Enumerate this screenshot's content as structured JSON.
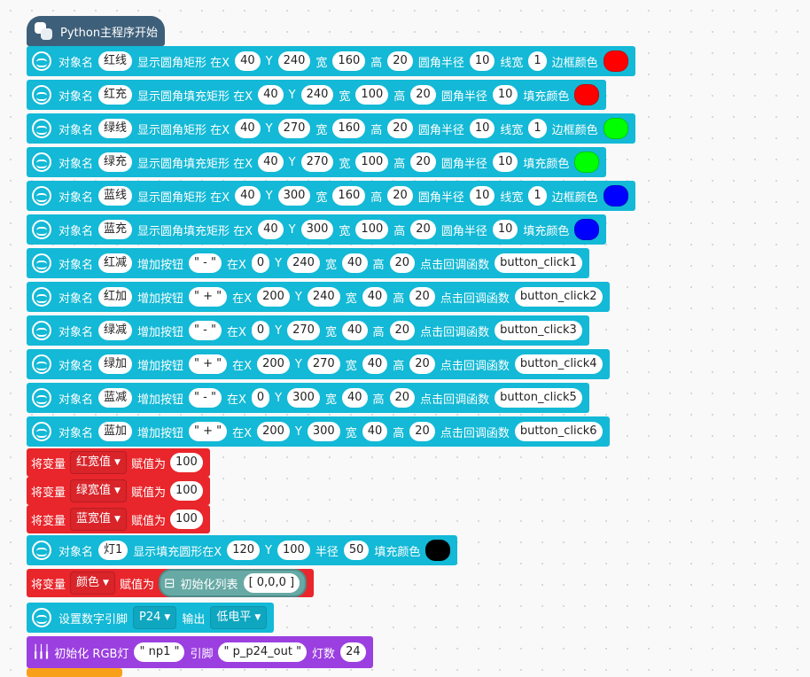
{
  "rows": [
    {
      "kind": "py",
      "x": 30,
      "items": [
        {
          "t": "text",
          "v": "Python主程序开始"
        }
      ]
    },
    {
      "kind": "obj",
      "x": 30,
      "items": [
        {
          "t": "text",
          "v": "对象名"
        },
        {
          "t": "pill",
          "v": "红线"
        },
        {
          "t": "text",
          "v": "显示圆角矩形 在X"
        },
        {
          "t": "pill",
          "v": "40"
        },
        {
          "t": "text",
          "v": "Y"
        },
        {
          "t": "pill",
          "v": "240"
        },
        {
          "t": "text",
          "v": "宽"
        },
        {
          "t": "pill",
          "v": "160"
        },
        {
          "t": "text",
          "v": "高"
        },
        {
          "t": "pill",
          "v": "20"
        },
        {
          "t": "text",
          "v": "圆角半径"
        },
        {
          "t": "pill",
          "v": "10"
        },
        {
          "t": "text",
          "v": "线宽"
        },
        {
          "t": "pill",
          "v": "1"
        },
        {
          "t": "text",
          "v": "边框颜色"
        },
        {
          "t": "swatch",
          "v": "#ff0000"
        }
      ]
    },
    {
      "kind": "obj",
      "x": 30,
      "items": [
        {
          "t": "text",
          "v": "对象名"
        },
        {
          "t": "pill",
          "v": "红充"
        },
        {
          "t": "text",
          "v": "显示圆角填充矩形 在X"
        },
        {
          "t": "pill",
          "v": "40"
        },
        {
          "t": "text",
          "v": "Y"
        },
        {
          "t": "pill",
          "v": "240"
        },
        {
          "t": "text",
          "v": "宽"
        },
        {
          "t": "pill",
          "v": "100"
        },
        {
          "t": "text",
          "v": "高"
        },
        {
          "t": "pill",
          "v": "20"
        },
        {
          "t": "text",
          "v": "圆角半径"
        },
        {
          "t": "pill",
          "v": "10"
        },
        {
          "t": "text",
          "v": "填充颜色"
        },
        {
          "t": "swatch",
          "v": "#ff0000"
        }
      ]
    },
    {
      "kind": "obj",
      "x": 30,
      "items": [
        {
          "t": "text",
          "v": "对象名"
        },
        {
          "t": "pill",
          "v": "绿线"
        },
        {
          "t": "text",
          "v": "显示圆角矩形 在X"
        },
        {
          "t": "pill",
          "v": "40"
        },
        {
          "t": "text",
          "v": "Y"
        },
        {
          "t": "pill",
          "v": "270"
        },
        {
          "t": "text",
          "v": "宽"
        },
        {
          "t": "pill",
          "v": "160"
        },
        {
          "t": "text",
          "v": "高"
        },
        {
          "t": "pill",
          "v": "20"
        },
        {
          "t": "text",
          "v": "圆角半径"
        },
        {
          "t": "pill",
          "v": "10"
        },
        {
          "t": "text",
          "v": "线宽"
        },
        {
          "t": "pill",
          "v": "1"
        },
        {
          "t": "text",
          "v": "边框颜色"
        },
        {
          "t": "swatch",
          "v": "#00ff00"
        }
      ]
    },
    {
      "kind": "obj",
      "x": 30,
      "items": [
        {
          "t": "text",
          "v": "对象名"
        },
        {
          "t": "pill",
          "v": "绿充"
        },
        {
          "t": "text",
          "v": "显示圆角填充矩形 在X"
        },
        {
          "t": "pill",
          "v": "40"
        },
        {
          "t": "text",
          "v": "Y"
        },
        {
          "t": "pill",
          "v": "270"
        },
        {
          "t": "text",
          "v": "宽"
        },
        {
          "t": "pill",
          "v": "100"
        },
        {
          "t": "text",
          "v": "高"
        },
        {
          "t": "pill",
          "v": "20"
        },
        {
          "t": "text",
          "v": "圆角半径"
        },
        {
          "t": "pill",
          "v": "10"
        },
        {
          "t": "text",
          "v": "填充颜色"
        },
        {
          "t": "swatch",
          "v": "#00ff00"
        }
      ]
    },
    {
      "kind": "obj",
      "x": 30,
      "items": [
        {
          "t": "text",
          "v": "对象名"
        },
        {
          "t": "pill",
          "v": "蓝线"
        },
        {
          "t": "text",
          "v": "显示圆角矩形 在X"
        },
        {
          "t": "pill",
          "v": "40"
        },
        {
          "t": "text",
          "v": "Y"
        },
        {
          "t": "pill",
          "v": "300"
        },
        {
          "t": "text",
          "v": "宽"
        },
        {
          "t": "pill",
          "v": "160"
        },
        {
          "t": "text",
          "v": "高"
        },
        {
          "t": "pill",
          "v": "20"
        },
        {
          "t": "text",
          "v": "圆角半径"
        },
        {
          "t": "pill",
          "v": "10"
        },
        {
          "t": "text",
          "v": "线宽"
        },
        {
          "t": "pill",
          "v": "1"
        },
        {
          "t": "text",
          "v": "边框颜色"
        },
        {
          "t": "swatch",
          "v": "#0000ff"
        }
      ]
    },
    {
      "kind": "obj",
      "x": 30,
      "items": [
        {
          "t": "text",
          "v": "对象名"
        },
        {
          "t": "pill",
          "v": "蓝充"
        },
        {
          "t": "text",
          "v": "显示圆角填充矩形 在X"
        },
        {
          "t": "pill",
          "v": "40"
        },
        {
          "t": "text",
          "v": "Y"
        },
        {
          "t": "pill",
          "v": "300"
        },
        {
          "t": "text",
          "v": "宽"
        },
        {
          "t": "pill",
          "v": "100"
        },
        {
          "t": "text",
          "v": "高"
        },
        {
          "t": "pill",
          "v": "20"
        },
        {
          "t": "text",
          "v": "圆角半径"
        },
        {
          "t": "pill",
          "v": "10"
        },
        {
          "t": "text",
          "v": "填充颜色"
        },
        {
          "t": "swatch",
          "v": "#0000ff"
        }
      ]
    },
    {
      "kind": "obj",
      "x": 30,
      "items": [
        {
          "t": "text",
          "v": "对象名"
        },
        {
          "t": "pill",
          "v": "红减"
        },
        {
          "t": "text",
          "v": "增加按钮"
        },
        {
          "t": "pill",
          "v": "\" - \""
        },
        {
          "t": "text",
          "v": "在X"
        },
        {
          "t": "pill",
          "v": "0"
        },
        {
          "t": "text",
          "v": "Y"
        },
        {
          "t": "pill",
          "v": "240"
        },
        {
          "t": "text",
          "v": "宽"
        },
        {
          "t": "pill",
          "v": "40"
        },
        {
          "t": "text",
          "v": "高"
        },
        {
          "t": "pill",
          "v": "20"
        },
        {
          "t": "text",
          "v": "点击回调函数"
        },
        {
          "t": "pill",
          "v": "button_click1"
        }
      ]
    },
    {
      "kind": "obj",
      "x": 30,
      "items": [
        {
          "t": "text",
          "v": "对象名"
        },
        {
          "t": "pill",
          "v": "红加"
        },
        {
          "t": "text",
          "v": "增加按钮"
        },
        {
          "t": "pill",
          "v": "\" + \""
        },
        {
          "t": "text",
          "v": "在X"
        },
        {
          "t": "pill",
          "v": "200"
        },
        {
          "t": "text",
          "v": "Y"
        },
        {
          "t": "pill",
          "v": "240"
        },
        {
          "t": "text",
          "v": "宽"
        },
        {
          "t": "pill",
          "v": "40"
        },
        {
          "t": "text",
          "v": "高"
        },
        {
          "t": "pill",
          "v": "20"
        },
        {
          "t": "text",
          "v": "点击回调函数"
        },
        {
          "t": "pill",
          "v": "button_click2"
        }
      ]
    },
    {
      "kind": "obj",
      "x": 30,
      "items": [
        {
          "t": "text",
          "v": "对象名"
        },
        {
          "t": "pill",
          "v": "绿减"
        },
        {
          "t": "text",
          "v": "增加按钮"
        },
        {
          "t": "pill",
          "v": "\" - \""
        },
        {
          "t": "text",
          "v": "在X"
        },
        {
          "t": "pill",
          "v": "0"
        },
        {
          "t": "text",
          "v": "Y"
        },
        {
          "t": "pill",
          "v": "270"
        },
        {
          "t": "text",
          "v": "宽"
        },
        {
          "t": "pill",
          "v": "40"
        },
        {
          "t": "text",
          "v": "高"
        },
        {
          "t": "pill",
          "v": "20"
        },
        {
          "t": "text",
          "v": "点击回调函数"
        },
        {
          "t": "pill",
          "v": "button_click3"
        }
      ]
    },
    {
      "kind": "obj",
      "x": 30,
      "items": [
        {
          "t": "text",
          "v": "对象名"
        },
        {
          "t": "pill",
          "v": "绿加"
        },
        {
          "t": "text",
          "v": "增加按钮"
        },
        {
          "t": "pill",
          "v": "\" + \""
        },
        {
          "t": "text",
          "v": "在X"
        },
        {
          "t": "pill",
          "v": "200"
        },
        {
          "t": "text",
          "v": "Y"
        },
        {
          "t": "pill",
          "v": "270"
        },
        {
          "t": "text",
          "v": "宽"
        },
        {
          "t": "pill",
          "v": "40"
        },
        {
          "t": "text",
          "v": "高"
        },
        {
          "t": "pill",
          "v": "20"
        },
        {
          "t": "text",
          "v": "点击回调函数"
        },
        {
          "t": "pill",
          "v": "button_click4"
        }
      ]
    },
    {
      "kind": "obj",
      "x": 30,
      "items": [
        {
          "t": "text",
          "v": "对象名"
        },
        {
          "t": "pill",
          "v": "蓝减"
        },
        {
          "t": "text",
          "v": "增加按钮"
        },
        {
          "t": "pill",
          "v": "\" - \""
        },
        {
          "t": "text",
          "v": "在X"
        },
        {
          "t": "pill",
          "v": "0"
        },
        {
          "t": "text",
          "v": "Y"
        },
        {
          "t": "pill",
          "v": "300"
        },
        {
          "t": "text",
          "v": "宽"
        },
        {
          "t": "pill",
          "v": "40"
        },
        {
          "t": "text",
          "v": "高"
        },
        {
          "t": "pill",
          "v": "20"
        },
        {
          "t": "text",
          "v": "点击回调函数"
        },
        {
          "t": "pill",
          "v": "button_click5"
        }
      ]
    },
    {
      "kind": "obj",
      "x": 30,
      "items": [
        {
          "t": "text",
          "v": "对象名"
        },
        {
          "t": "pill",
          "v": "蓝加"
        },
        {
          "t": "text",
          "v": "增加按钮"
        },
        {
          "t": "pill",
          "v": "\" + \""
        },
        {
          "t": "text",
          "v": "在X"
        },
        {
          "t": "pill",
          "v": "200"
        },
        {
          "t": "text",
          "v": "Y"
        },
        {
          "t": "pill",
          "v": "300"
        },
        {
          "t": "text",
          "v": "宽"
        },
        {
          "t": "pill",
          "v": "40"
        },
        {
          "t": "text",
          "v": "高"
        },
        {
          "t": "pill",
          "v": "20"
        },
        {
          "t": "text",
          "v": "点击回调函数"
        },
        {
          "t": "pill",
          "v": "button_click6"
        }
      ]
    },
    {
      "kind": "var",
      "x": 30,
      "items": [
        {
          "t": "text",
          "v": "将变量"
        },
        {
          "t": "dd",
          "v": "红宽值"
        },
        {
          "t": "text",
          "v": "赋值为"
        },
        {
          "t": "pill",
          "v": "100"
        }
      ]
    },
    {
      "kind": "var",
      "x": 30,
      "items": [
        {
          "t": "text",
          "v": "将变量"
        },
        {
          "t": "dd",
          "v": "绿宽值"
        },
        {
          "t": "text",
          "v": "赋值为"
        },
        {
          "t": "pill",
          "v": "100"
        }
      ]
    },
    {
      "kind": "var",
      "x": 30,
      "items": [
        {
          "t": "text",
          "v": "将变量"
        },
        {
          "t": "dd",
          "v": "蓝宽值"
        },
        {
          "t": "text",
          "v": "赋值为"
        },
        {
          "t": "pill",
          "v": "100"
        }
      ]
    },
    {
      "kind": "obj",
      "x": 30,
      "items": [
        {
          "t": "text",
          "v": "对象名"
        },
        {
          "t": "pill",
          "v": "灯1"
        },
        {
          "t": "text",
          "v": "显示填充圆形在X"
        },
        {
          "t": "pill",
          "v": "120"
        },
        {
          "t": "text",
          "v": "Y"
        },
        {
          "t": "pill",
          "v": "100"
        },
        {
          "t": "text",
          "v": "半径"
        },
        {
          "t": "pill",
          "v": "50"
        },
        {
          "t": "text",
          "v": "填充颜色"
        },
        {
          "t": "swatch",
          "v": "#000000"
        }
      ]
    },
    {
      "kind": "var",
      "x": 30,
      "items": [
        {
          "t": "text",
          "v": "将变量"
        },
        {
          "t": "dd",
          "v": "颜色"
        },
        {
          "t": "text",
          "v": "赋值为"
        },
        {
          "t": "list",
          "label": "初始化列表",
          "v": "[ 0,0,0 ]"
        }
      ]
    },
    {
      "kind": "obj",
      "x": 30,
      "items": [
        {
          "t": "text",
          "v": "设置数字引脚"
        },
        {
          "t": "ddt",
          "v": "P24"
        },
        {
          "t": "text",
          "v": "输出"
        },
        {
          "t": "ddt",
          "v": "低电平"
        }
      ]
    },
    {
      "kind": "rgb",
      "x": 30,
      "items": [
        {
          "t": "text",
          "v": "初始化 RGB灯"
        },
        {
          "t": "pill",
          "v": "\" np1 \""
        },
        {
          "t": "text",
          "v": "引脚"
        },
        {
          "t": "pill",
          "v": "\" p_p24_out \""
        },
        {
          "t": "text",
          "v": "灯数"
        },
        {
          "t": "pill",
          "v": "24"
        }
      ]
    }
  ]
}
